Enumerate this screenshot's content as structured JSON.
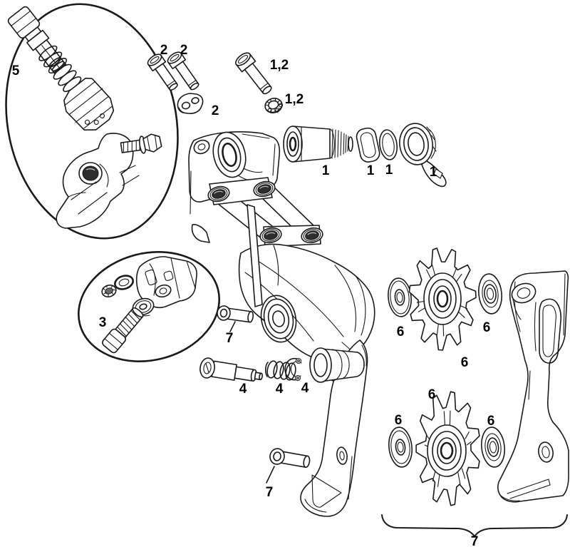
{
  "diagram": {
    "title": "Rear derailleur exploded parts diagram",
    "style": "black line art on white background",
    "background_color": "#ffffff",
    "line_color": "#1a1a1a",
    "label_color": "#000000"
  },
  "callouts": [
    {
      "label": "5",
      "part": "cable-barrel-adjuster-assembly"
    },
    {
      "label": "2",
      "part": "link-screw-a"
    },
    {
      "label": "2",
      "part": "link-screw-b"
    },
    {
      "label": "2",
      "part": "cable-anchor-plate"
    },
    {
      "label": "1,2",
      "part": "long-pivot-screw"
    },
    {
      "label": "1,2",
      "part": "lock-nut"
    },
    {
      "label": "1",
      "part": "b-pivot-bolt"
    },
    {
      "label": "1",
      "part": "b-pivot-seal-ring"
    },
    {
      "label": "1",
      "part": "b-pivot-o-ring"
    },
    {
      "label": "1",
      "part": "b-adjust-hook-washer"
    },
    {
      "label": "3",
      "part": "limit-screw-assembly"
    },
    {
      "label": "7",
      "part": "upper-pulley-bolt"
    },
    {
      "label": "4",
      "part": "cage-pivot-pin"
    },
    {
      "label": "4",
      "part": "cage-pivot-spring"
    },
    {
      "label": "4",
      "part": "cage-pivot-circlip"
    },
    {
      "label": "6",
      "part": "upper-pulley-inner-washer"
    },
    {
      "label": "6",
      "part": "upper-pulley-outer-washer"
    },
    {
      "label": "6",
      "part": "upper-pulley-wheel"
    },
    {
      "label": "6",
      "part": "lower-pulley-wheel"
    },
    {
      "label": "6",
      "part": "lower-pulley-inner-washer"
    },
    {
      "label": "6",
      "part": "lower-pulley-outer-washer"
    },
    {
      "label": "7",
      "part": "lower-pulley-bolt"
    },
    {
      "label": "7",
      "part": "pulley-cage-assembly"
    }
  ]
}
